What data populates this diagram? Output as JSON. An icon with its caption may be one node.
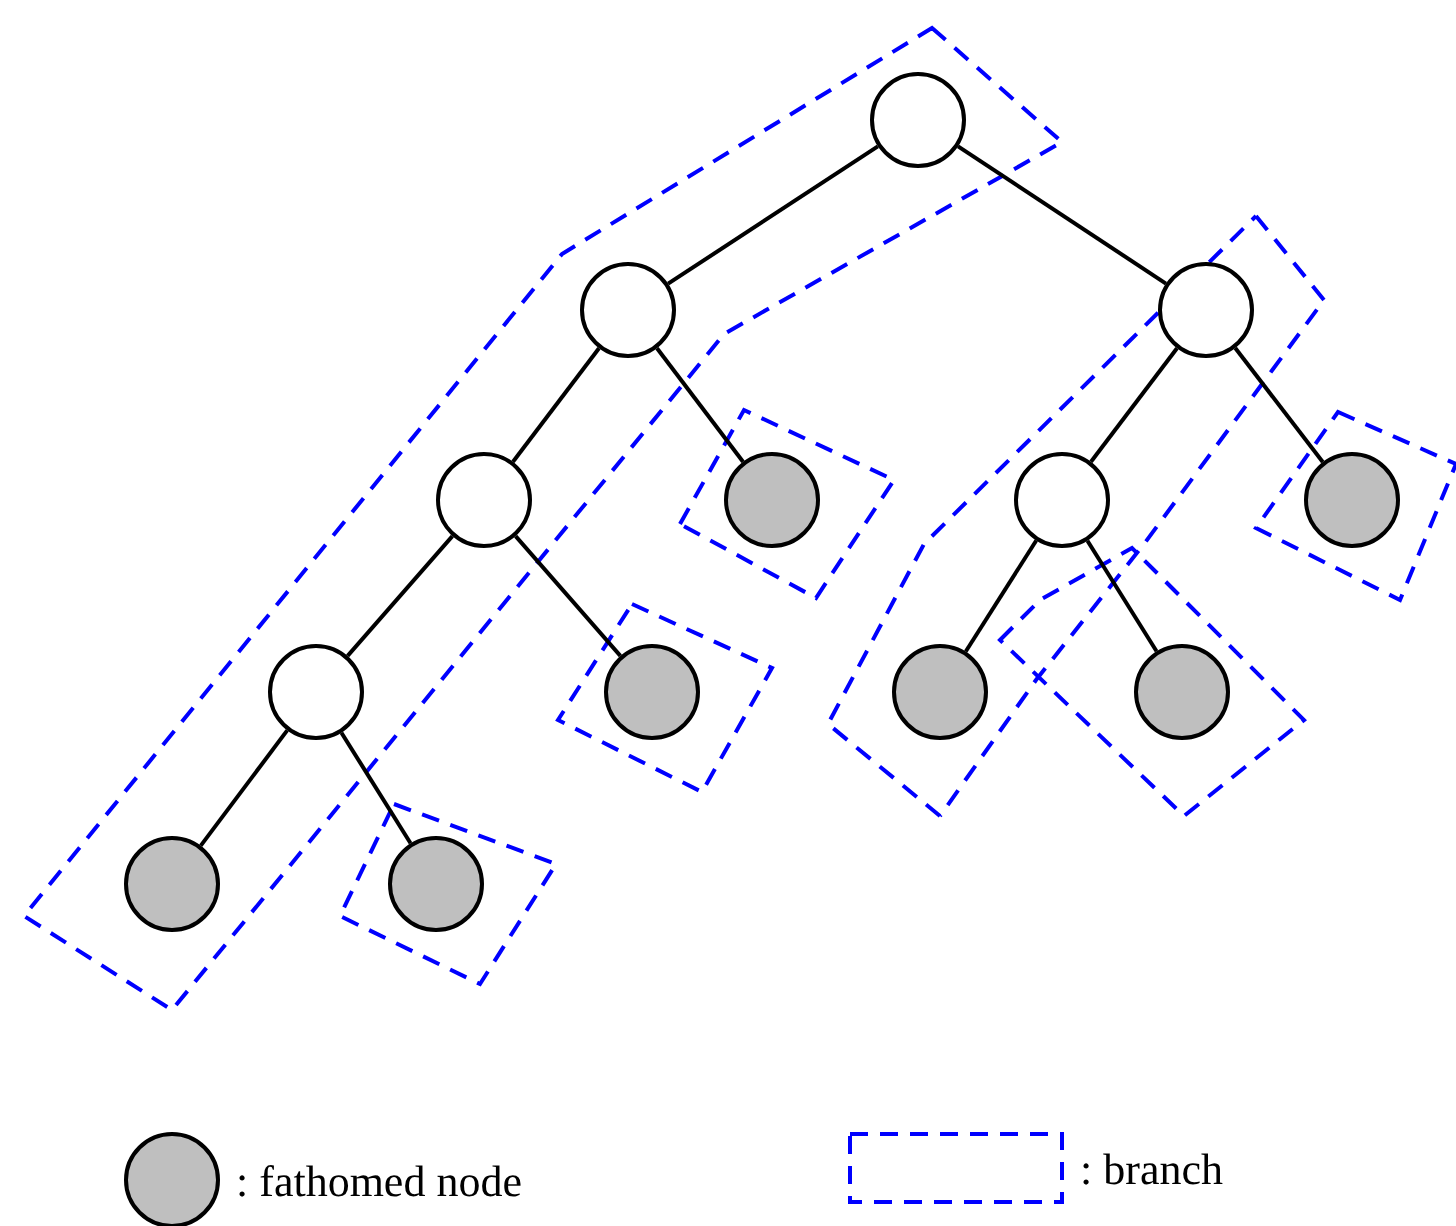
{
  "diagram": {
    "nodes": [
      {
        "text": [],
        "shape": "circle"
      },
      {
        "text": [],
        "shape": "circle"
      },
      {
        "text": [],
        "shape": "circle"
      },
      {
        "text": [],
        "shape": "circle"
      },
      {
        "text": [],
        "shape": "circle"
      },
      {
        "text": [],
        "shape": "circle"
      },
      {
        "text": [],
        "shape": "circle"
      },
      {
        "text": [],
        "shape": "circle"
      },
      {
        "text": [],
        "shape": "circle"
      },
      {
        "text": [],
        "shape": "circle"
      },
      {
        "text": [],
        "shape": "circle"
      },
      {
        "text": [],
        "shape": "circle"
      },
      {
        "text": [],
        "shape": "circle"
      }
    ],
    "edges": [
      {
        "from": 0,
        "to": 1,
        "arrow": "none"
      },
      {
        "from": 0,
        "to": 2,
        "arrow": "none"
      },
      {
        "from": 1,
        "to": 3,
        "arrow": "none"
      },
      {
        "from": 1,
        "to": 4,
        "arrow": "none"
      },
      {
        "from": 2,
        "to": 5,
        "arrow": "none"
      },
      {
        "from": 2,
        "to": 6,
        "arrow": "none"
      },
      {
        "from": 3,
        "to": 7,
        "arrow": "none"
      },
      {
        "from": 3,
        "to": 8,
        "arrow": "none"
      },
      {
        "from": 5,
        "to": 9,
        "arrow": "none"
      },
      {
        "from": 5,
        "to": 10,
        "arrow": "none"
      },
      {
        "from": 7,
        "to": 11,
        "arrow": "none"
      },
      {
        "from": 7,
        "to": 12,
        "arrow": "none"
      }
    ],
    "legend": [
      {
        "text": ": fathomed node",
        "color": "#bfbfbf"
      },
      {
        "text": ": branch"
      }
    ]
  }
}
